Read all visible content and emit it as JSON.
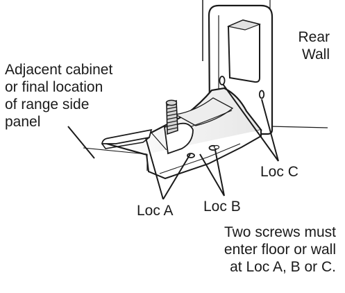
{
  "labels": {
    "rear_wall": [
      "Rear",
      "Wall"
    ],
    "adjacent_cabinet": [
      "Adjacent cabinet",
      "or final location",
      "of range side",
      "panel"
    ],
    "loc_a": "Loc A",
    "loc_b": "Loc B",
    "loc_c": "Loc C",
    "instruction": [
      "Two screws must",
      "enter floor or wall",
      "at Loc A, B or C."
    ]
  },
  "colors": {
    "line": "#1a1a1a",
    "background": "#ffffff",
    "shade": "#cfcfcf"
  }
}
